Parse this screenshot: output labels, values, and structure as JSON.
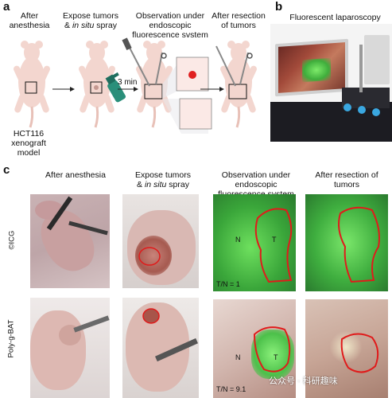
{
  "panel_a": {
    "label": "a",
    "steps": [
      "After anesthesia",
      "Expose tumors",
      "& ",
      "in situ",
      " spray",
      "Observation under",
      "endoscopic",
      "fluorescence svstem",
      "After resection",
      "of tumors"
    ],
    "arrow_time": "3 min",
    "model_label_1": "HCT116",
    "model_label_2": "xenograft model"
  },
  "panel_b": {
    "label": "b",
    "title": "Fluorescent laparoscopy system"
  },
  "panel_c": {
    "label": "c",
    "col_headers": {
      "c1": "After anesthesia",
      "c2a": "Expose tumors",
      "c2b_pre": "& ",
      "c2b_it": "in situ",
      "c2b_post": " spray",
      "c3a": "Observation under endoscopic",
      "c3b": "fluorescence system",
      "c4": "After resection of tumors"
    },
    "row_labels": [
      "©ICG",
      "Poly-g-BAT"
    ],
    "tn_row1": "T/N = 1",
    "tn_row2": "T/N = 9.1",
    "mark_N": "N",
    "mark_T": "T",
    "watermark": "公众号 · 科研趣味"
  },
  "colors": {
    "mouse": "#f3d6cf",
    "mouse_shadow": "#e8c1b8",
    "arrow": "#222222",
    "spray": "#2a8f7a",
    "tumor_red": "#e02020",
    "fluor_green": "#4ec94a",
    "roi_red": "#e01b1b"
  }
}
